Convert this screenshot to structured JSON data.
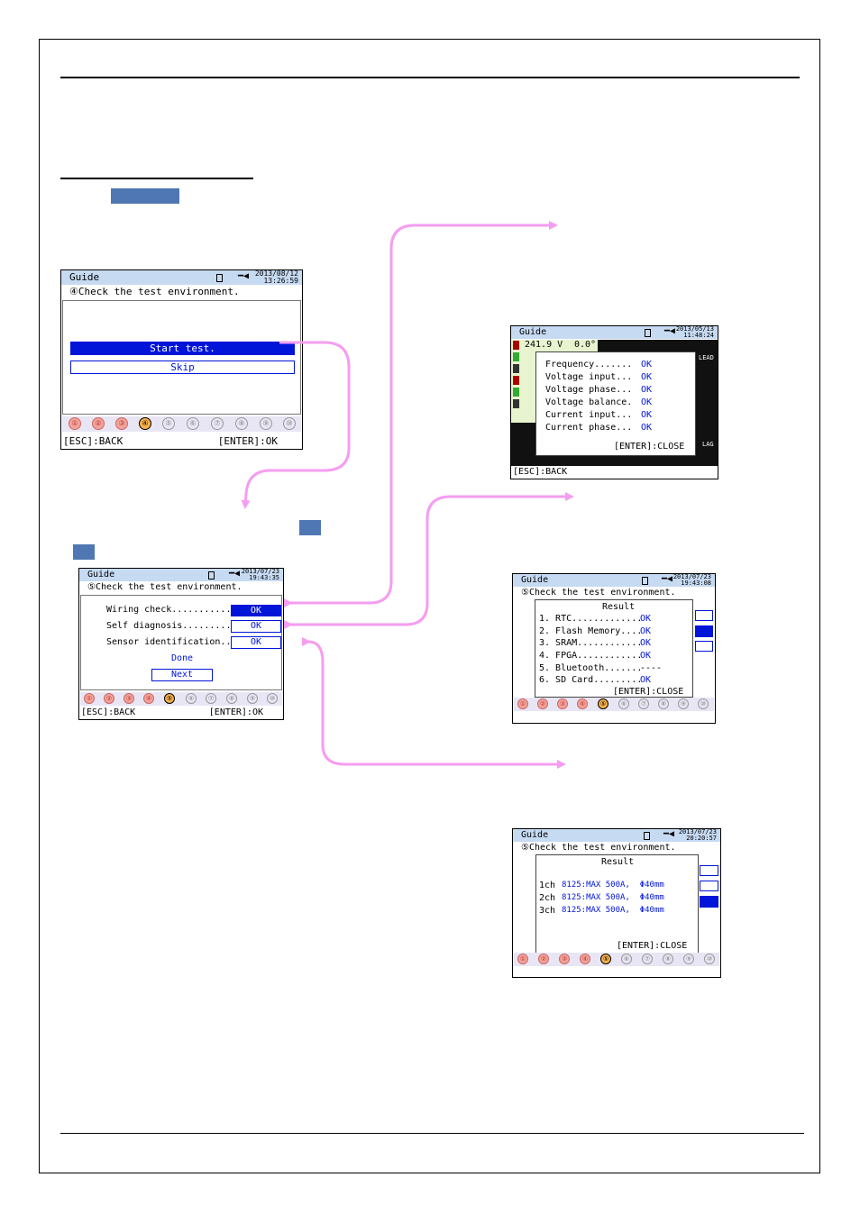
{
  "screen4": {
    "title": "Guide",
    "datetime": "2013/08/12 13:26:59",
    "subtitle": "④Check the test environment.",
    "buttons": [
      "Start test.",
      "Skip"
    ],
    "steps": [
      "①",
      "②",
      "③",
      "④",
      "⑤",
      "⑥",
      "⑦",
      "⑧",
      "⑨",
      "⑩"
    ],
    "footer_left": "[ESC]:BACK",
    "footer_right": "[ENTER]:OK"
  },
  "screen5": {
    "title": "Guide",
    "datetime": "2013/07/23 19:43:35",
    "subtitle": "⑤Check the test environment.",
    "rows": [
      {
        "label": "Wiring check...........",
        "value": "OK"
      },
      {
        "label": "Self diagnosis.........",
        "value": "OK"
      },
      {
        "label": "Sensor identification...",
        "value": "OK"
      }
    ],
    "done": "Done",
    "next": "Next",
    "steps": [
      "①",
      "②",
      "③",
      "④",
      "⑤",
      "⑥",
      "⑦",
      "⑧",
      "⑨",
      "⑩"
    ],
    "footer_left": "[ESC]:BACK",
    "footer_right": "[ENTER]:OK"
  },
  "wiring_screen": {
    "title": "Guide",
    "datetime": "2013/05/13 11:48:24",
    "reading_v": "241.9 V",
    "reading_deg": "0.0°",
    "lead": "LEAD",
    "lag": "LAG",
    "rows": [
      {
        "label": "Frequency.......",
        "value": "OK"
      },
      {
        "label": "Voltage input...",
        "value": "OK"
      },
      {
        "label": "Voltage phase...",
        "value": "OK"
      },
      {
        "label": "Voltage balance.",
        "value": "OK"
      },
      {
        "label": "Current input...",
        "value": "OK"
      },
      {
        "label": "Current phase...",
        "value": "OK"
      }
    ],
    "close": "[ENTER]:CLOSE",
    "footer_left": "[ESC]:BACK"
  },
  "diag_screen": {
    "title": "Guide",
    "datetime": "2013/07/23 19:43:08",
    "subtitle": "⑤Check the test environment.",
    "result": "Result",
    "rows": [
      {
        "label": "1. RTC.............",
        "value": "OK"
      },
      {
        "label": "2. Flash Memory....",
        "value": "OK"
      },
      {
        "label": "3. SRAM............",
        "value": "OK"
      },
      {
        "label": "4. FPGA............",
        "value": "OK"
      },
      {
        "label": "5. Bluetooth.......",
        "value": "----"
      },
      {
        "label": "6. SD Card.........",
        "value": "OK"
      }
    ],
    "close": "[ENTER]:CLOSE",
    "steps": [
      "①",
      "②",
      "③",
      "④",
      "⑤",
      "⑥",
      "⑦",
      "⑧",
      "⑨",
      "⑩"
    ]
  },
  "sensor_screen": {
    "title": "Guide",
    "datetime": "2013/07/23 20:20:57",
    "subtitle": "⑤Check the test environment.",
    "result": "Result",
    "rows": [
      {
        "label": "1ch",
        "value": "8125:MAX 500A,  Φ40mm"
      },
      {
        "label": "2ch",
        "value": "8125:MAX 500A,  Φ40mm"
      },
      {
        "label": "3ch",
        "value": "8125:MAX 500A,  Φ40mm"
      }
    ],
    "close": "[ENTER]:CLOSE",
    "steps": [
      "①",
      "②",
      "③",
      "④",
      "⑤",
      "⑥",
      "⑦",
      "⑧",
      "⑨",
      "⑩"
    ]
  },
  "colors": {
    "arrow": "#f59df0",
    "header": "#c6daf2",
    "select": "#0015d8",
    "tab": "#4f77b3"
  }
}
